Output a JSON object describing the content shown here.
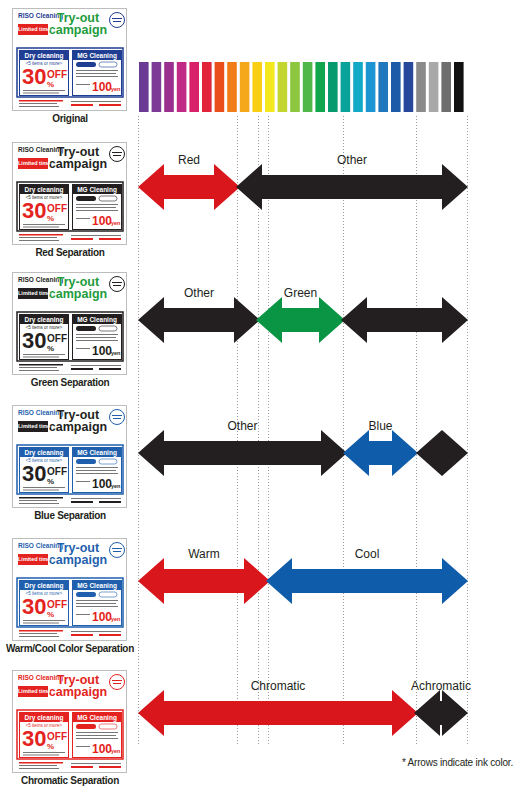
{
  "diagram": {
    "nodes": [
      {
        "text": [
          "Original",
          "RISO Cleaning",
          "Try-out campaign"
        ]
      },
      {
        "text": [
          "Limited time"
        ],
        "in": 0
      },
      {
        "text": [
          "Dry cleaning",
          "<5 items or more>",
          "30",
          "%",
          "OFF"
        ],
        "in": 0
      },
      {
        "text": [
          "MG Cleaning",
          "100",
          "yen"
        ],
        "in": 0
      },
      {
        "text": [
          "Red Separation",
          "RISO Cleaning",
          "Try-out campaign"
        ]
      },
      {
        "text": [
          "Limited time"
        ],
        "in": 4
      },
      {
        "text": [
          "Dry cleaning",
          "<5 items or more>",
          "30",
          "%",
          "OFF"
        ],
        "in": 4
      },
      {
        "text": [
          "MG Cleaning",
          "100",
          "yen"
        ],
        "in": 4
      },
      {
        "text": [
          "Red"
        ]
      },
      {
        "text": [
          "Other"
        ]
      },
      {
        "text": [
          "Green Separation",
          "RISO Cleaning",
          "Try-out campaign"
        ]
      },
      {
        "text": [
          "Limited time"
        ],
        "in": 10
      },
      {
        "text": [
          "Dry cleaning",
          "<5 items or more>",
          "30",
          "%",
          "OFF"
        ],
        "in": 10
      },
      {
        "text": [
          "MG Cleaning",
          "100",
          "yen"
        ],
        "in": 10
      },
      {
        "text": [
          "Other"
        ]
      },
      {
        "text": [
          "Green"
        ]
      },
      {
        "text": [
          "Blue Separation",
          "RISO Cleaning",
          "Try-out campaign"
        ]
      },
      {
        "text": [
          "Limited time"
        ],
        "in": 16
      },
      {
        "text": [
          "Dry cleaning",
          "<5 items or more>",
          "30",
          "%",
          "OFF"
        ],
        "in": 16
      },
      {
        "text": [
          "MG Cleaning",
          "100",
          "yen"
        ],
        "in": 16
      },
      {
        "text": [
          "Other"
        ]
      },
      {
        "text": [
          "Blue"
        ]
      },
      {
        "text": [
          "Warm/Cool Color Separation",
          "RISO Cleaning",
          "Try-out campaign"
        ]
      },
      {
        "text": [
          "Limited time"
        ],
        "in": 22
      },
      {
        "text": [
          "Dry cleaning",
          "<5 items or more>",
          "30",
          "%",
          "OFF"
        ],
        "in": 22
      },
      {
        "text": [
          "MG Cleaning",
          "100",
          "yen"
        ],
        "in": 22
      },
      {
        "text": [
          "Warm"
        ]
      },
      {
        "text": [
          "Cool"
        ]
      },
      {
        "text": [
          "Chromatic Separation",
          "RISO Cleaning",
          "Try-out campaign"
        ]
      },
      {
        "text": [
          "Limited time"
        ],
        "in": 28
      },
      {
        "text": [
          "Dry cleaning",
          "<5 items or more>",
          "30",
          "%",
          "OFF"
        ],
        "in": 28
      },
      {
        "text": [
          "MG Cleaning",
          "100",
          "yen"
        ],
        "in": 28
      },
      {
        "text": [
          "Chromatic"
        ]
      },
      {
        "text": [
          "Achromatic"
        ]
      }
    ],
    "labels": [
      "* Arrows indicate ink color."
    ]
  }
}
